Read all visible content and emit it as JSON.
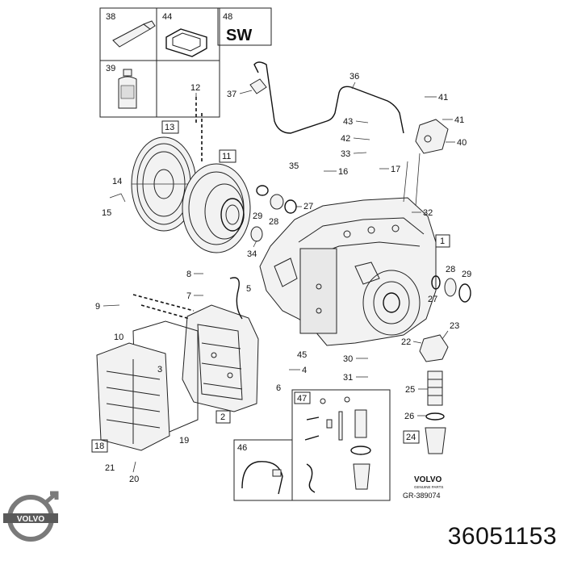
{
  "diagram": {
    "sw_label": "SW",
    "brand_text": "VOLVO",
    "brand_subtext": "GENUINE PARTS",
    "ref_code": "GR-389074",
    "part_number": "36051153",
    "boxed_refs": {
      "b38": "38",
      "b44": "44",
      "b48": "48",
      "b39": "39",
      "b13": "13",
      "b11": "11",
      "b1": "1",
      "b2": "2",
      "b18": "18",
      "b24": "24",
      "b46": "46",
      "b47": "47"
    },
    "callouts": {
      "c12": "12",
      "c14": "14",
      "c15": "15",
      "c37": "37",
      "c36": "36",
      "c43": "43",
      "c42": "42",
      "c33": "33",
      "c41a": "41",
      "c41b": "41",
      "c40": "40",
      "c35": "35",
      "c16": "16",
      "c17": "17",
      "c29a": "29",
      "c27a": "27",
      "c28a": "28",
      "c34": "34",
      "c32": "32",
      "c8": "8",
      "c7": "7",
      "c5": "5",
      "c9": "9",
      "c10": "10",
      "c28b": "28",
      "c29b": "29",
      "c27b": "27",
      "c23": "23",
      "c22": "22",
      "c45": "45",
      "c4": "4",
      "c3": "3",
      "c6": "6",
      "c30": "30",
      "c31": "31",
      "c25": "25",
      "c26": "26",
      "c19": "19",
      "c21": "21",
      "c20": "20"
    }
  }
}
